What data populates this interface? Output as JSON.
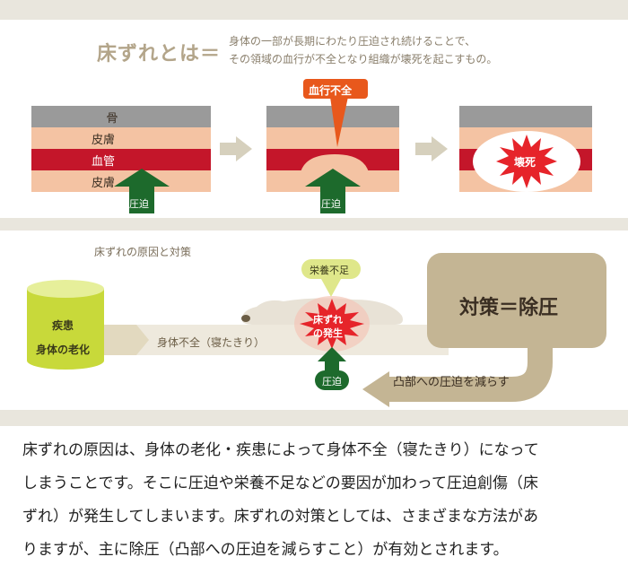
{
  "header": {
    "title": "床ずれとは＝",
    "definition_line1": "身体の一部が長期にわたり圧迫され続けることで、",
    "definition_line2": "その領域の血行が不全となり組織が壊死を起こすもの。"
  },
  "layers": {
    "bone": "骨",
    "skin_top": "皮膚",
    "vessel": "血管",
    "skin_bottom": "皮膚"
  },
  "labels": {
    "pressure": "圧迫",
    "blood_failure": "血行不全",
    "necrosis": "壊死"
  },
  "cause": {
    "section_title": "床ずれの原因と対策",
    "nutrition": "栄養不足",
    "disease": "疾患",
    "aging": "身体の老化",
    "immobility": "身体不全（寝たきり）",
    "onset_line1": "床ずれ",
    "onset_line2": "の発生",
    "pressure": "圧迫",
    "countermeasure": "対策＝除圧",
    "reduce": "凸部への圧迫を減らす"
  },
  "paragraph": [
    "床ずれの原因は、身体の老化・疾患によって身体不全（寝たきり）になって",
    "しまうことです。そこに圧迫や栄養不足などの要因が加わって圧迫創傷（床",
    "ずれ）が発生してしまいます。床ずれの対策としては、さまざまな方法があ",
    "りますが、主に除圧（凸部への圧迫を減らすこと）が有効とされます。"
  ],
  "colors": {
    "bone": "#9a9a9a",
    "skin": "#f4c3a3",
    "vessel": "#c4162a",
    "arrow_green": "#1d6a2c",
    "tan": "#c4b594",
    "gray_arrow": "#d6d0bd",
    "alert_orange": "#e8581c"
  }
}
